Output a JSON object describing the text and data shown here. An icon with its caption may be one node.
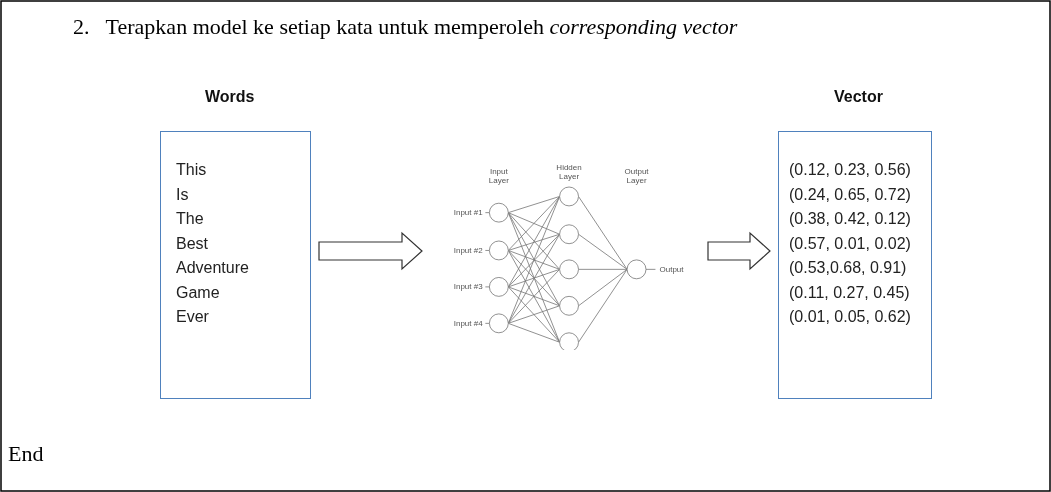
{
  "diagram": {
    "title": "2.   Terapkan model ke setiap kata untuk memperoleh *corresponding vector*",
    "nodes": [
      {
        "text": [
          "Words",
          "This",
          "Is",
          "The",
          "Best",
          "Adventure",
          "Game",
          "Ever"
        ]
      },
      {
        "text": [],
        "shape": "picture",
        "beside": [
          "Input Layer",
          "Hidden Layer",
          "Output Layer",
          "Input #1",
          "Input #2",
          "Input #3",
          "Input #4",
          "Output"
        ]
      },
      {
        "text": [
          "Vector",
          "(0.12, 0.23, 0.56)",
          "(0.24, 0.65, 0.72)",
          "(0.38, 0.42, 0.12)",
          "(0.57, 0.01, 0.02)",
          "(0.53,0.68, 0.91)",
          "(0.11, 0.27, 0.45)",
          "(0.01, 0.05, 0.62)"
        ]
      }
    ],
    "edges": [
      {
        "from": 0,
        "to": 1,
        "arrow": "to"
      },
      {
        "from": 1,
        "to": 2,
        "arrow": "to"
      }
    ],
    "labels": [
      "End"
    ]
  }
}
